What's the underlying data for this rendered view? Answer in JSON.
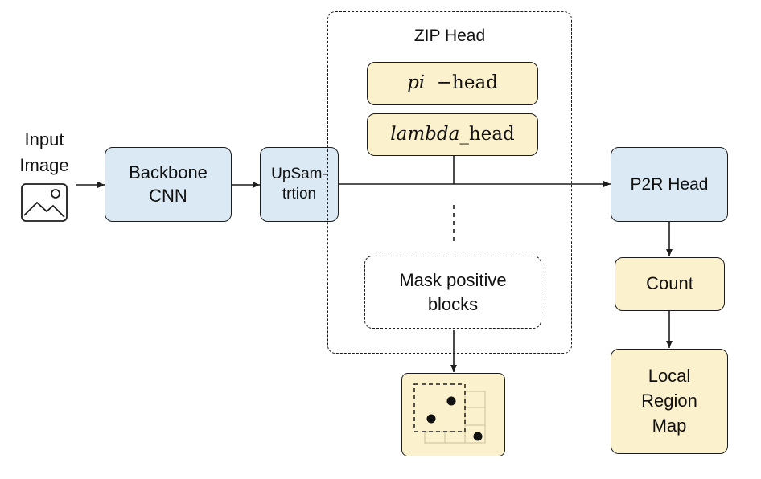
{
  "input": {
    "label_line1": "Input",
    "label_line2": "Image",
    "icon": "image-icon"
  },
  "nodes": {
    "backbone": {
      "line1": "Backbone",
      "line2": "CNN"
    },
    "upsample": {
      "line1": "UpSam-",
      "line2": "trtion"
    },
    "zip_head_title": "ZIP Head",
    "pi_head": {
      "prefix": "pi",
      "suffix": "−head"
    },
    "lambda_head": {
      "prefix": "lambda",
      "suffix": "_head"
    },
    "mask": {
      "line1": "Mask positive",
      "line2": "blocks"
    },
    "p2r_head": "P2R Head",
    "count": "Count",
    "local_region_map": {
      "line1": "Local",
      "line2": "Region",
      "line3": "Map"
    }
  },
  "colors": {
    "blue_fill": "#dbe9f4",
    "yellow_fill": "#fbf1cc",
    "stroke": "#1c1c1c"
  }
}
